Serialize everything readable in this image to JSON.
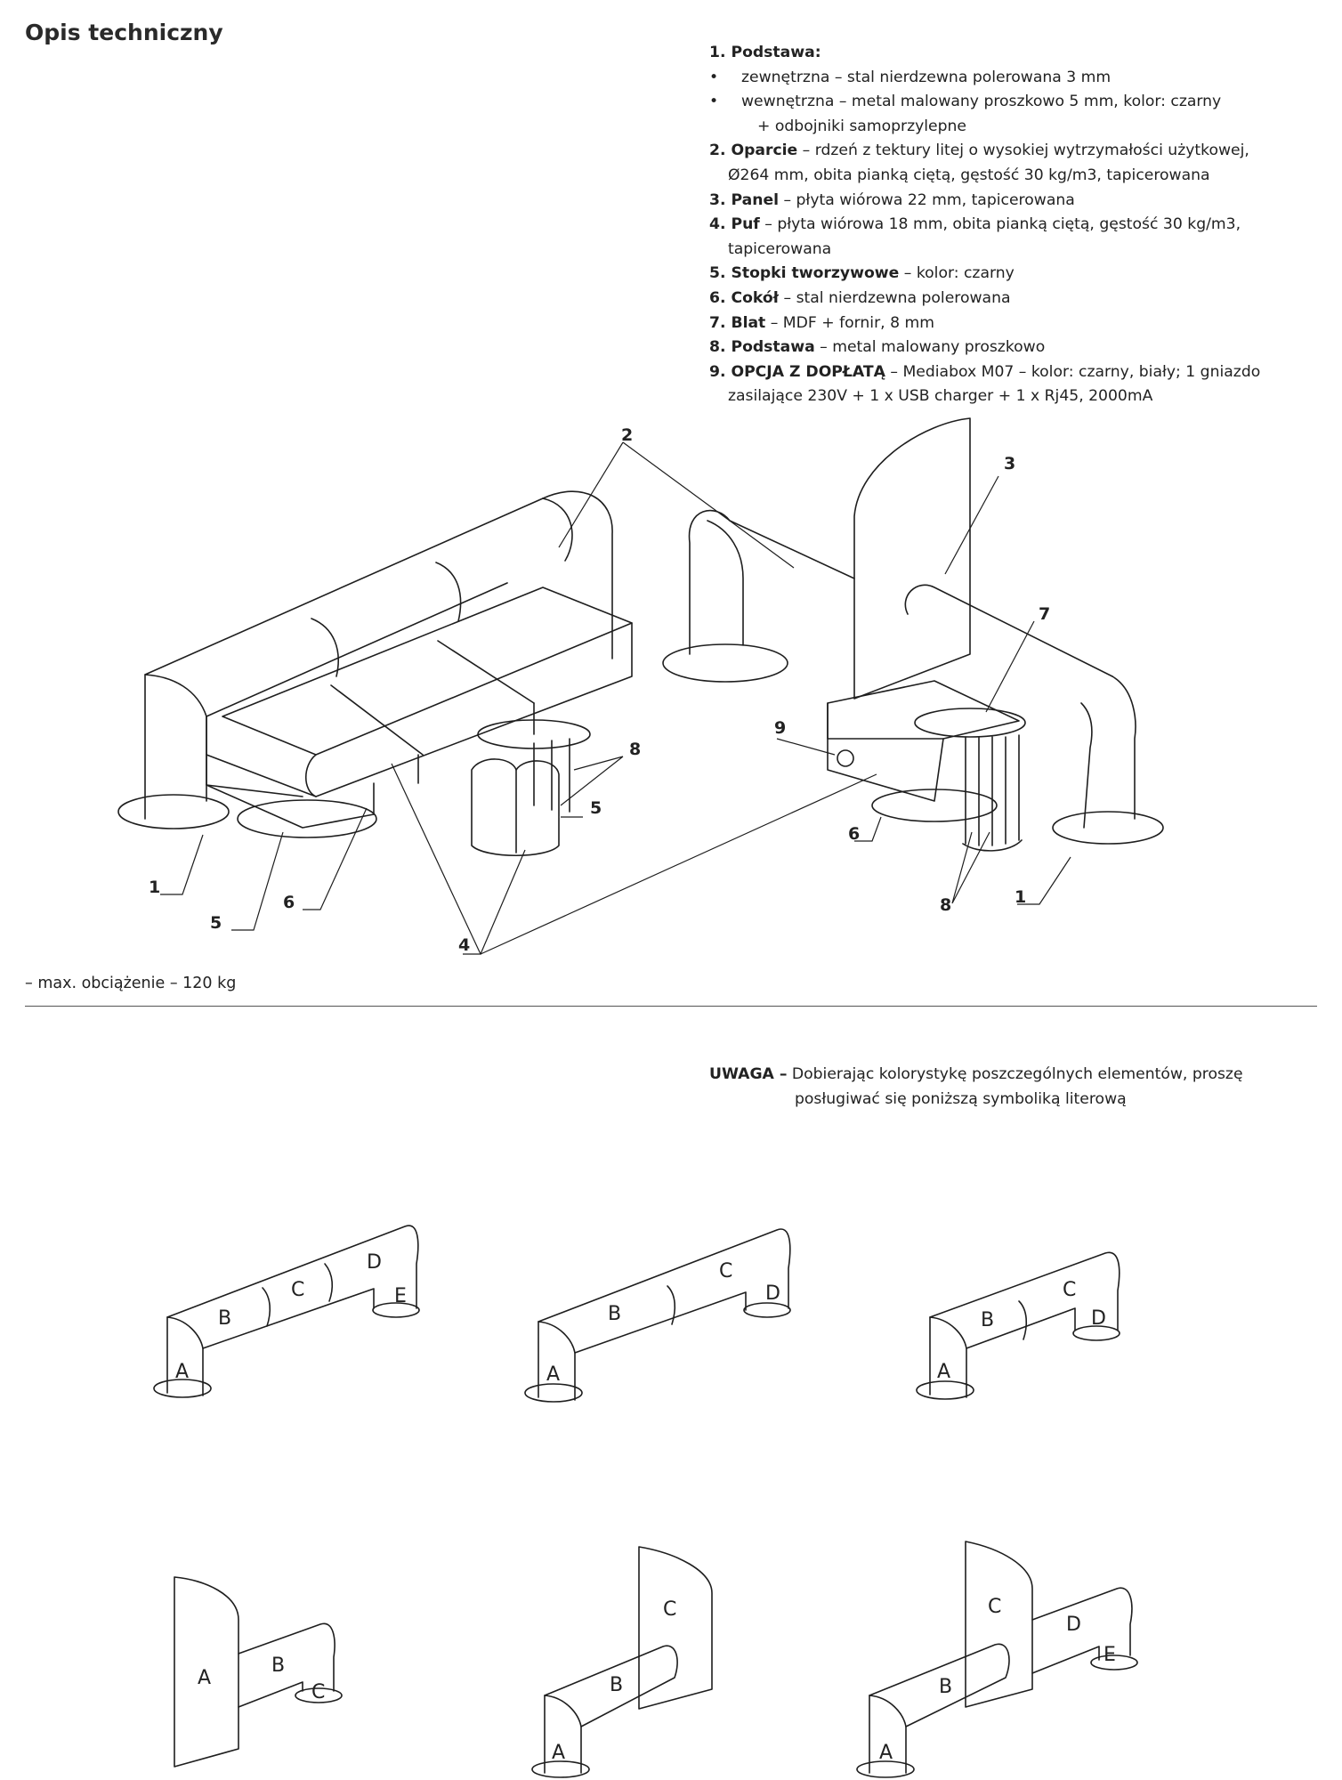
{
  "title": "Opis techniczny",
  "spec": {
    "i1_title": "1. Podstawa:",
    "i1_b1": "zewnętrzna – stal nierdzewna polerowana 3 mm",
    "i1_b2": "wewnętrzna – metal malowany proszkowo 5 mm, kolor: czarny",
    "i1_b2c": "+ odbojniki samoprzylepne",
    "i2_label": "2. Oparcie",
    "i2_text": " – rdzeń z tektury litej o wysokiej wytrzymałości użytkowej,",
    "i2_cont": "Ø264 mm, obita pianką ciętą, gęstość 30 kg/m3, tapicerowana",
    "i3_label": "3. Panel",
    "i3_text": " – płyta wiórowa 22 mm, tapicerowana",
    "i4_label": "4. Puf",
    "i4_text": " – płyta wiórowa 18 mm, obita pianką ciętą, gęstość 30 kg/m3,",
    "i4_cont": "tapicerowana",
    "i5_label": "5. Stopki tworzywowe",
    "i5_text": " – kolor: czarny",
    "i6_label": "6. Cokół",
    "i6_text": " – stal nierdzewna polerowana",
    "i7_label": "7. Blat",
    "i7_text": " – MDF + fornir, 8 mm",
    "i8_label": "8. Podstawa",
    "i8_text": " – metal malowany proszkowo",
    "i9_label": "9. OPCJA Z DOPŁATĄ",
    "i9_text": " – Mediabox M07 – kolor: czarny, biały; 1 gniazdo",
    "i9_cont": "zasilające 230V + 1 x USB charger + 1 x Rj45, 2000mA"
  },
  "callouts": {
    "n1": "1",
    "n2": "2",
    "n3": "3",
    "n4": "4",
    "n5": "5",
    "n6": "6",
    "n7": "7",
    "n8": "8",
    "n9": "9"
  },
  "load_note": "– max. obciążenie – 120 kg",
  "note": {
    "label": "UWAGA –",
    "line1": " Dobierając kolorystykę poszczególnych elementów, proszę",
    "line2": "posługiwać się poniższą symboliką literową"
  },
  "letters": {
    "a": "A",
    "b": "B",
    "c": "C",
    "d": "D",
    "e": "E"
  }
}
